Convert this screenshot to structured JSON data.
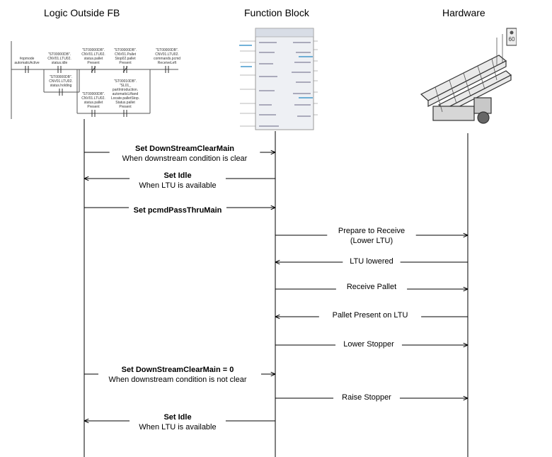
{
  "columns": {
    "left": "Logic Outside FB",
    "center": "Function Block",
    "right": "Hardware"
  },
  "ladder": {
    "rung1_contacts": [
      "#opmode\nautomaticActive",
      "\"ST00000DB\".\nCNV01.LTU02.\nstatus.idle",
      "\"ST00000DB\".\nCNV01.LTU02.\nstatus.pallet\nPresent",
      "\"ST00000DB\".\nCNV01.Pallet\nStop02.pallet\nPresent",
      "\"ST00000DB\".\nCNV01.LTU02.\ncommands.pcmd\nReceiveLeft"
    ],
    "branch_contact": "\"ST00000DB\".\nCNV01.LTU02.\nstatus.holding",
    "rung2_contacts": [
      "\"ST00000DB\".\nCNV01.LTU02.\nstatus.pallet\nPresent",
      "\"ST00010DB\".\n\"SL01_\npartIntroduction.\nautomaticLiftand\nLocate.palletStop.\nStatus.pallet\nPresent"
    ]
  },
  "messages": [
    {
      "main": "Set DownStreamClearMain",
      "sub": "When downstream condition is clear"
    },
    {
      "main": "Set Idle",
      "sub": "When LTU is available"
    },
    {
      "main": "Set pcmdPassThruMain",
      "sub": ""
    },
    {
      "main": "Prepare to Receive",
      "sub": "(Lower LTU)"
    },
    {
      "main": "LTU lowered",
      "sub": ""
    },
    {
      "main": "Receive Pallet",
      "sub": ""
    },
    {
      "main": "Pallet Present on LTU",
      "sub": ""
    },
    {
      "main": "Lower Stopper",
      "sub": ""
    },
    {
      "main": "Set DownStreamClearMain = 0",
      "sub": "When downstream condition is not clear"
    },
    {
      "main": "Raise Stopper",
      "sub": ""
    },
    {
      "main": "Set Idle",
      "sub": "When LTU is available"
    }
  ]
}
